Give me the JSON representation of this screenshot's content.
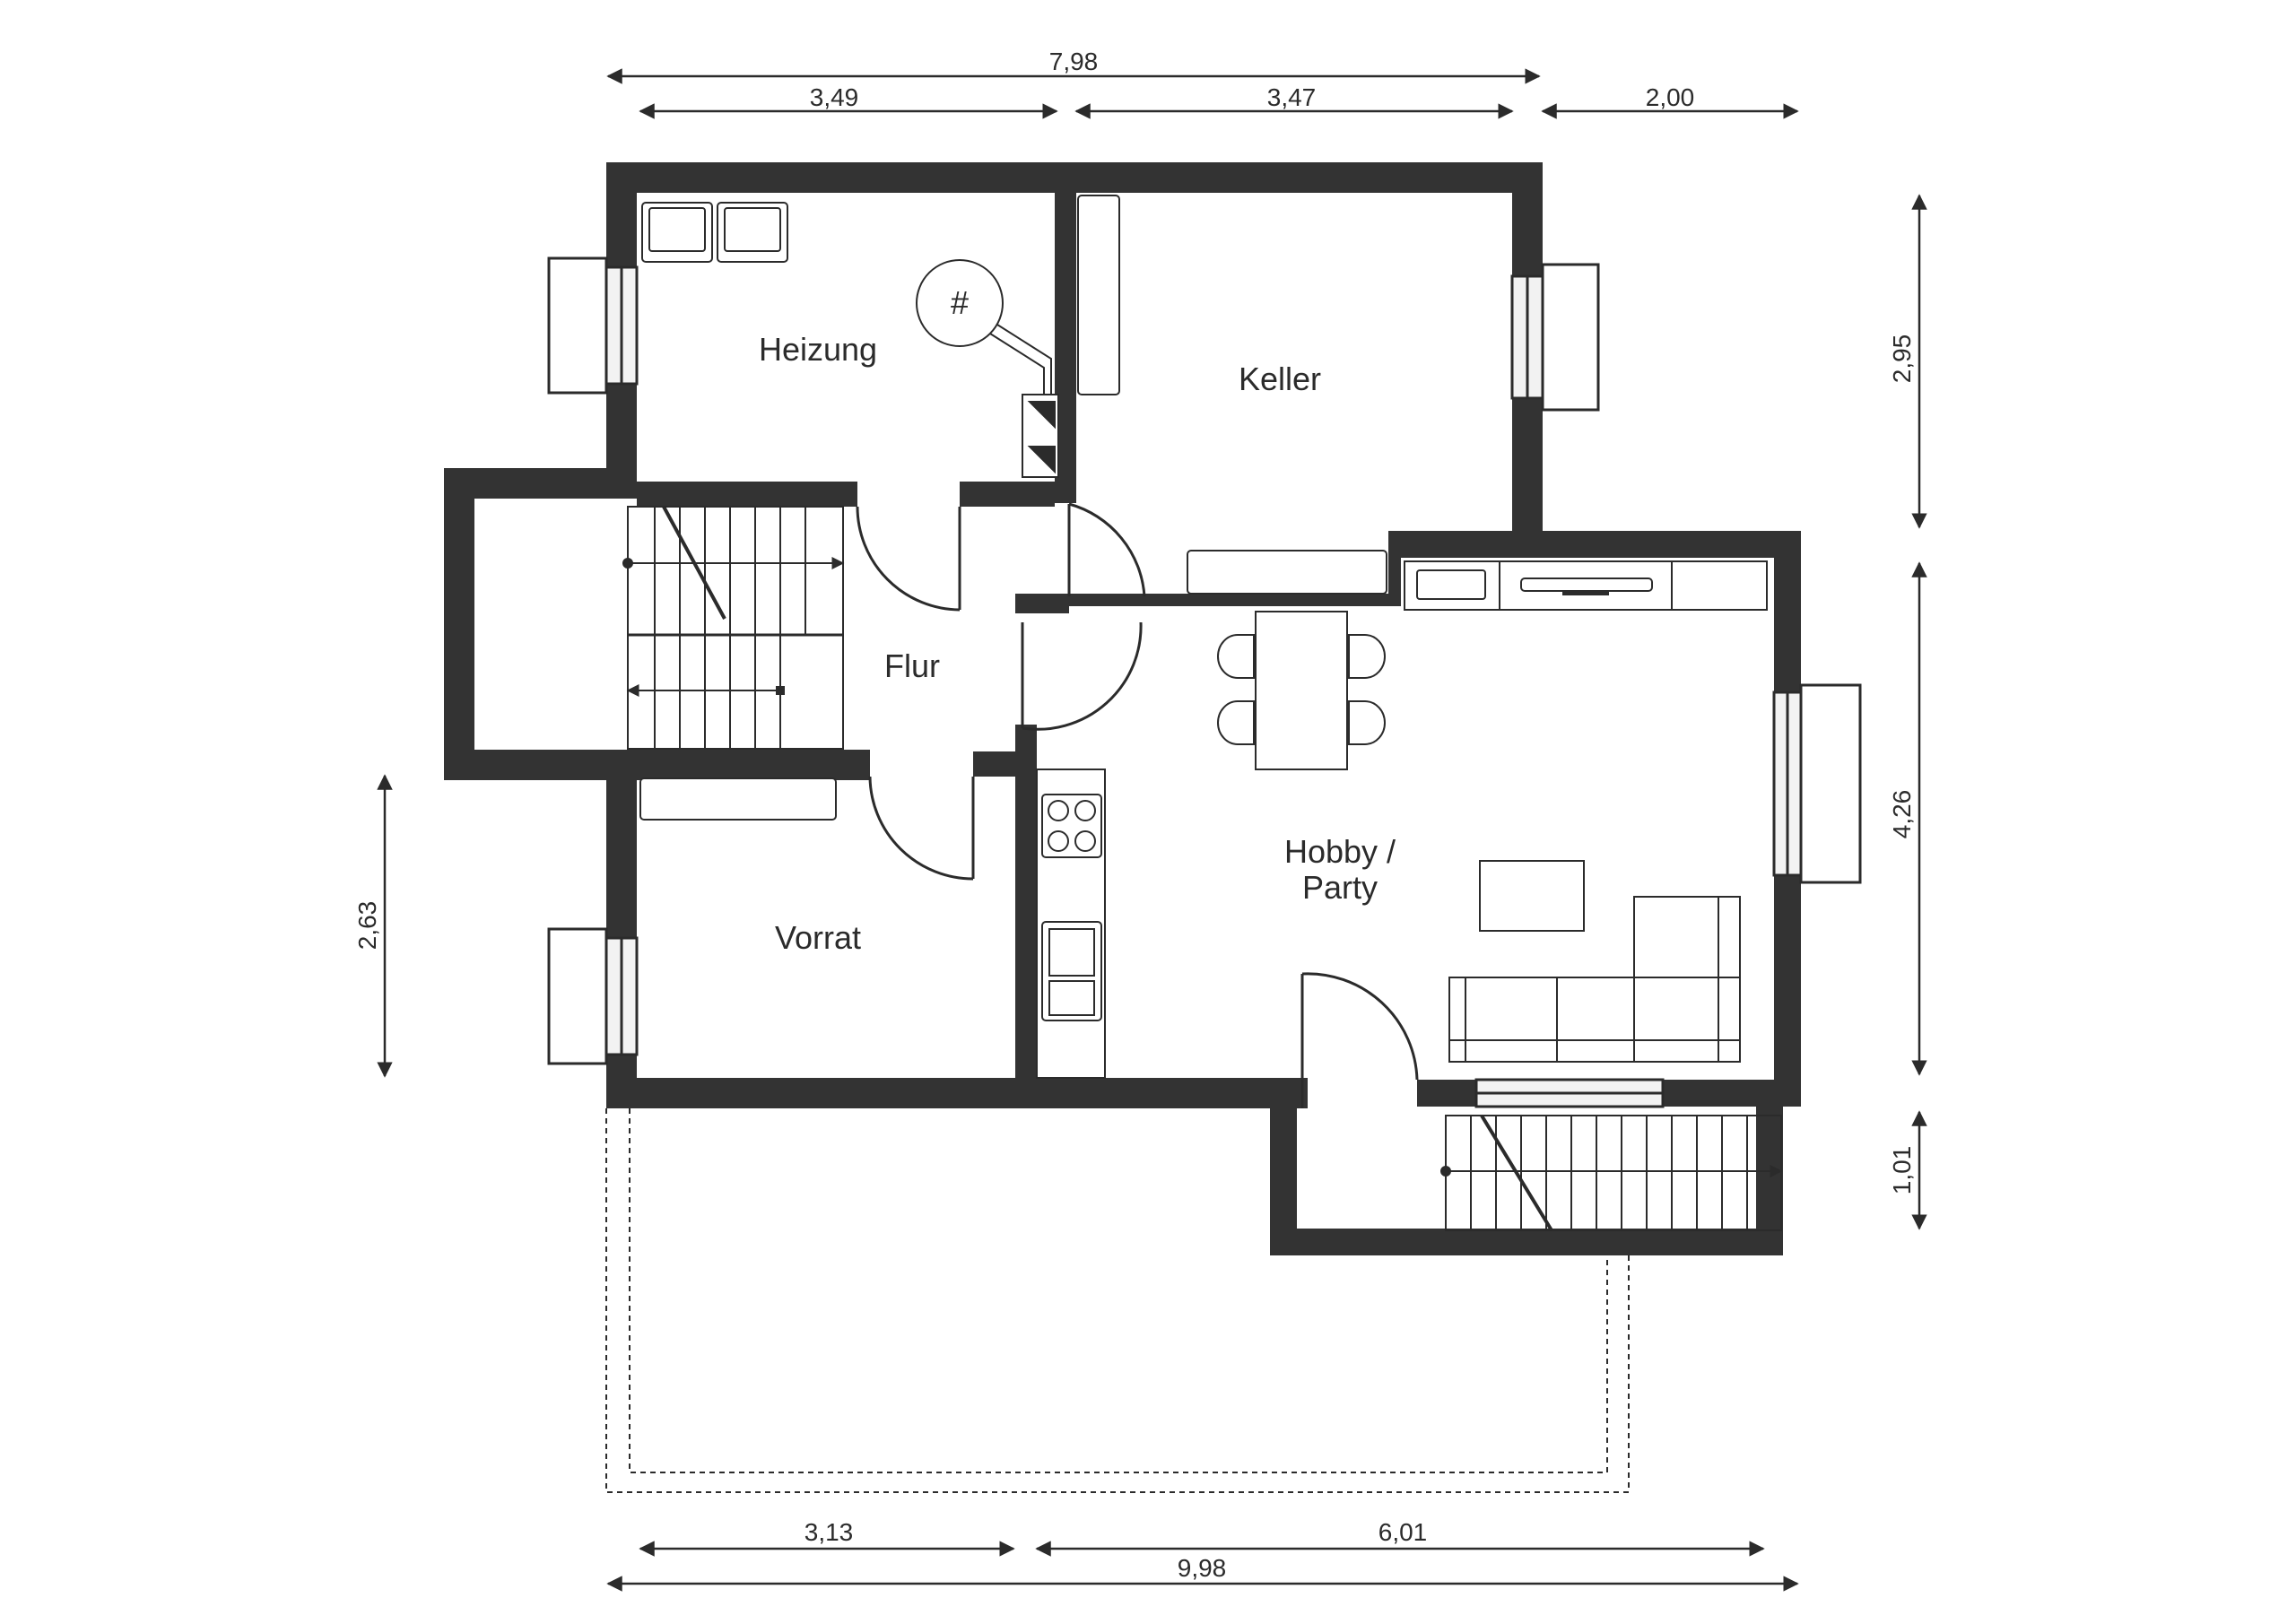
{
  "rooms": {
    "heizung": "Heizung",
    "keller": "Keller",
    "flur": "Flur",
    "vorrat": "Vorrat",
    "hobby_line1": "Hobby /",
    "hobby_line2": "Party"
  },
  "symbols": {
    "boiler": "#"
  },
  "dimensions": {
    "top_total": "7,98",
    "top_left": "3,49",
    "top_mid": "3,47",
    "top_right": "2,00",
    "bottom_left": "3,13",
    "bottom_right": "6,01",
    "bottom_total": "9,98",
    "right_upper": "2,95",
    "right_middle": "4,26",
    "right_lower": "1,01",
    "left": "2,63"
  },
  "colors": {
    "wall": "#333333",
    "line": "#2b2b2b",
    "fixture_fill": "#ffffff",
    "background": "#ffffff"
  }
}
